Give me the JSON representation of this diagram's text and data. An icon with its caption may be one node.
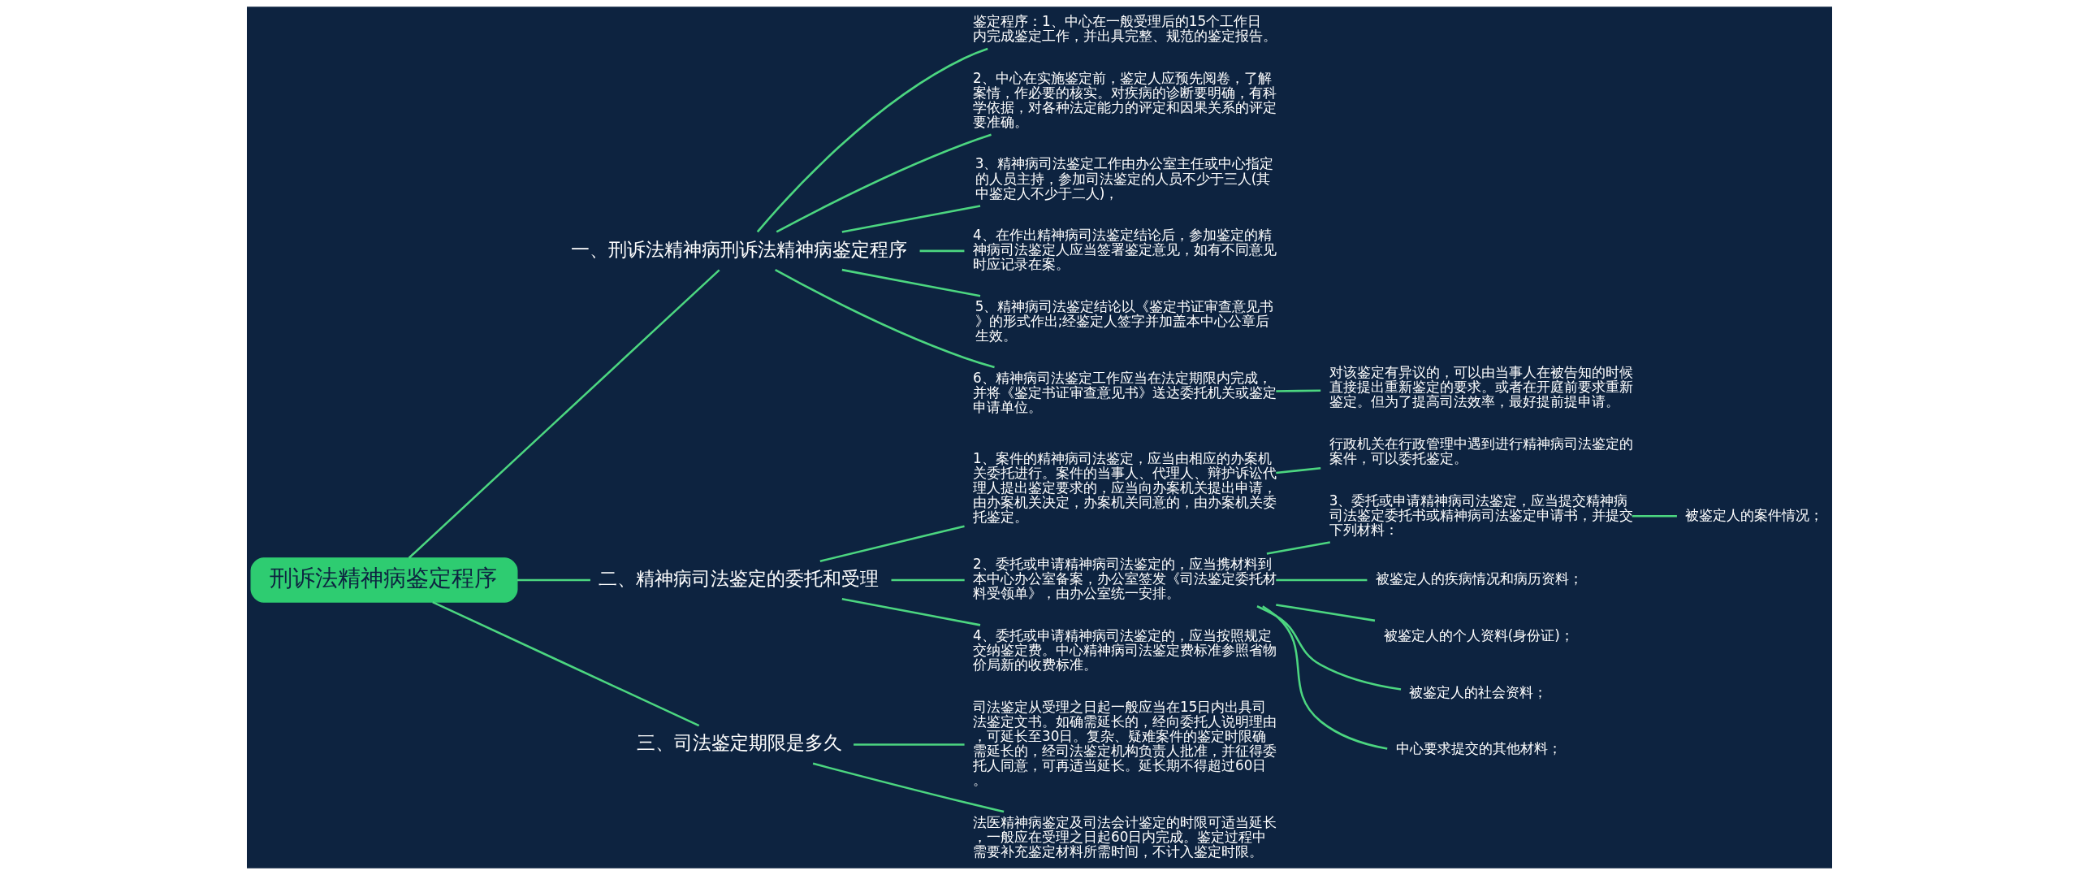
{
  "diagram": {
    "nodes": [
      {
        "text": [
          "刑诉法精神病鉴定程序"
        ]
      },
      {
        "text": [
          "一、刑诉法精神病刑诉法精神病鉴定程序"
        ]
      },
      {
        "text": [
          "鉴定程序：1、中心在一般受理后的15个工作日内完成鉴定工作，并出具完整、规范的鉴定报告。"
        ]
      },
      {
        "text": [
          "2、中心在实施鉴定前，鉴定人应预先阅卷，了解案情，作必要的核实。对疾病的诊断要明确，有科学依据，对各种法定能力的评定和因果关系的评定要准确。"
        ]
      },
      {
        "text": [
          "3、精神病司法鉴定工作由办公室主任或中心指定的人员主持，参加司法鉴定的人员不少于三人(其中鉴定人不少于二人)，"
        ]
      },
      {
        "text": [
          "4、在作出精神病司法鉴定结论后，参加鉴定的精神病司法鉴定人应当签署鉴定意见，如有不同意见时应记录在案。"
        ]
      },
      {
        "text": [
          "5、精神病司法鉴定结论以《鉴定书证审查意见书》的形式作出;经鉴定人签字并加盖本中心公章后生效。"
        ]
      },
      {
        "text": [
          "6、精神病司法鉴定工作应当在法定期限内完成，并将《鉴定书证审查意见书》送达委托机关或鉴定申请单位。"
        ]
      },
      {
        "text": [
          "对该鉴定有异议的，可以由当事人在被告知的时候直接提出重新鉴定的要求。或者在开庭前要求重新鉴定。但为了提高司法效率，最好提前提申请。"
        ]
      },
      {
        "text": [
          "二、精神病司法鉴定的委托和受理"
        ]
      },
      {
        "text": [
          "1、案件的精神病司法鉴定，应当由相应的办案机关委托进行。案件的当事人、代理人、辩护诉讼代理人提出鉴定要求的，应当向办案机关提出申请，由办案机关决定，办案机关同意的，由办案机关委托鉴定。"
        ]
      },
      {
        "text": [
          "行政机关在行政管理中遇到进行精神病司法鉴定的案件，可以委托鉴定。"
        ]
      },
      {
        "text": [
          "2、委托或申请精神病司法鉴定的，应当携材料到本中心办公室备案，办公室签发《司法鉴定委托材料受领单》，由办公室统一安排。"
        ]
      },
      {
        "text": [
          "3、委托或申请精神病司法鉴定，应当提交精神病司法鉴定委托书或精神病司法鉴定申请书，并提交下列材料："
        ]
      },
      {
        "text": [
          "被鉴定人的案件情况；"
        ]
      },
      {
        "text": [
          "被鉴定人的疾病情况和病历资料；"
        ]
      },
      {
        "text": [
          "被鉴定人的个人资料(身份证)；"
        ]
      },
      {
        "text": [
          "被鉴定人的社会资料；"
        ]
      },
      {
        "text": [
          "中心要求提交的其他材料；"
        ]
      },
      {
        "text": [
          "4、委托或申请精神病司法鉴定的，应当按照规定交纳鉴定费。中心精神病司法鉴定费标准参照省物价局新的收费标准。"
        ]
      },
      {
        "text": [
          "三、司法鉴定期限是多久"
        ]
      },
      {
        "text": [
          "司法鉴定从受理之日起一般应当在15日内出具司法鉴定文书。如确需延长的，经向委托人说明理由，可延长至30日。复杂、疑难案件的鉴定时限确需延长的，经司法鉴定机构负责人批准，并征得委托人同意，可再适当延长。延长期不得超过60日。"
        ]
      },
      {
        "text": [
          "法医精神病鉴定及司法会计鉴定的时限可适当延长，一般应在受理之日起60日内完成。鉴定过程中需要补充鉴定材料所需时间，不计入鉴定时限。"
        ]
      }
    ],
    "edges": [
      {
        "from": 0,
        "to": 1,
        "arrow": "none"
      },
      {
        "from": 1,
        "to": 2,
        "arrow": "none"
      },
      {
        "from": 1,
        "to": 3,
        "arrow": "none"
      },
      {
        "from": 1,
        "to": 4,
        "arrow": "none"
      },
      {
        "from": 1,
        "to": 5,
        "arrow": "none"
      },
      {
        "from": 1,
        "to": 6,
        "arrow": "none"
      },
      {
        "from": 1,
        "to": 7,
        "arrow": "none"
      },
      {
        "from": 7,
        "to": 8,
        "arrow": "none"
      },
      {
        "from": 0,
        "to": 9,
        "arrow": "none"
      },
      {
        "from": 9,
        "to": 10,
        "arrow": "none"
      },
      {
        "from": 10,
        "to": 11,
        "arrow": "none"
      },
      {
        "from": 9,
        "to": 12,
        "arrow": "none"
      },
      {
        "from": 12,
        "to": 13,
        "arrow": "none"
      },
      {
        "from": 13,
        "to": 14,
        "arrow": "none"
      },
      {
        "from": 12,
        "to": 15,
        "arrow": "none"
      },
      {
        "from": 12,
        "to": 16,
        "arrow": "none"
      },
      {
        "from": 12,
        "to": 17,
        "arrow": "none"
      },
      {
        "from": 12,
        "to": 18,
        "arrow": "none"
      },
      {
        "from": 9,
        "to": 19,
        "arrow": "none"
      },
      {
        "from": 0,
        "to": 20,
        "arrow": "none"
      },
      {
        "from": 20,
        "to": 21,
        "arrow": "none"
      },
      {
        "from": 20,
        "to": 22,
        "arrow": "none"
      }
    ]
  }
}
